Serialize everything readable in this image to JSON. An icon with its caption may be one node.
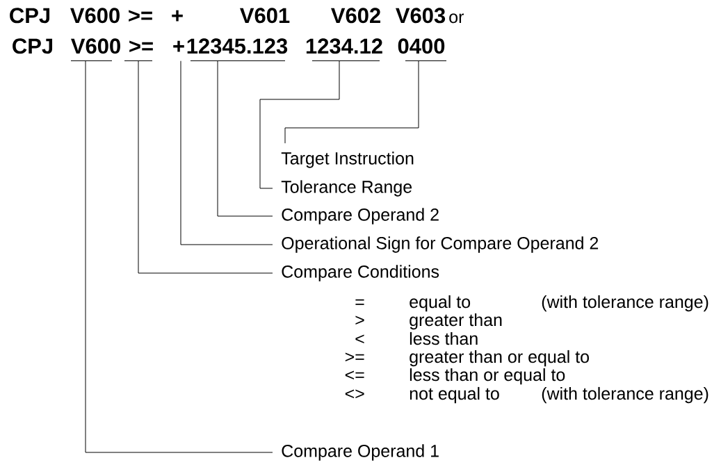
{
  "diagram": {
    "nodes": [
      {
        "text": [
          "V600"
        ]
      },
      {
        "text": [
          ">="
        ]
      },
      {
        "text": [
          "+"
        ]
      },
      {
        "text": [
          "12345.123"
        ]
      },
      {
        "text": [
          "1234.12"
        ]
      },
      {
        "text": [
          "0400"
        ]
      },
      {
        "text": [
          "Target Instruction"
        ]
      },
      {
        "text": [
          "Tolerance Range"
        ]
      },
      {
        "text": [
          "Compare Operand 2"
        ]
      },
      {
        "text": [
          "Operational Sign for Compare Operand 2"
        ]
      },
      {
        "text": [
          "Compare Conditions"
        ]
      },
      {
        "text": [
          "Compare Operand 1"
        ]
      }
    ],
    "edges": [
      {
        "from": 5,
        "to": 6,
        "arrow": "none"
      },
      {
        "from": 4,
        "to": 7,
        "arrow": "none"
      },
      {
        "from": 3,
        "to": 8,
        "arrow": "none"
      },
      {
        "from": 2,
        "to": 9,
        "arrow": "none"
      },
      {
        "from": 1,
        "to": 10,
        "arrow": "none"
      },
      {
        "from": 0,
        "to": 11,
        "arrow": "none"
      }
    ],
    "labels": [
      "CPJ",
      "V600",
      ">=",
      "+",
      "V601",
      "V602",
      "V603",
      "or",
      "CPJ",
      "=",
      "equal to",
      "(with tolerance range)",
      ">",
      "greater than",
      "<",
      "less than",
      ">=",
      "greater than or equal to",
      "<=",
      "less than or equal to",
      "<>",
      "not equal to",
      "(with tolerance range)"
    ]
  }
}
